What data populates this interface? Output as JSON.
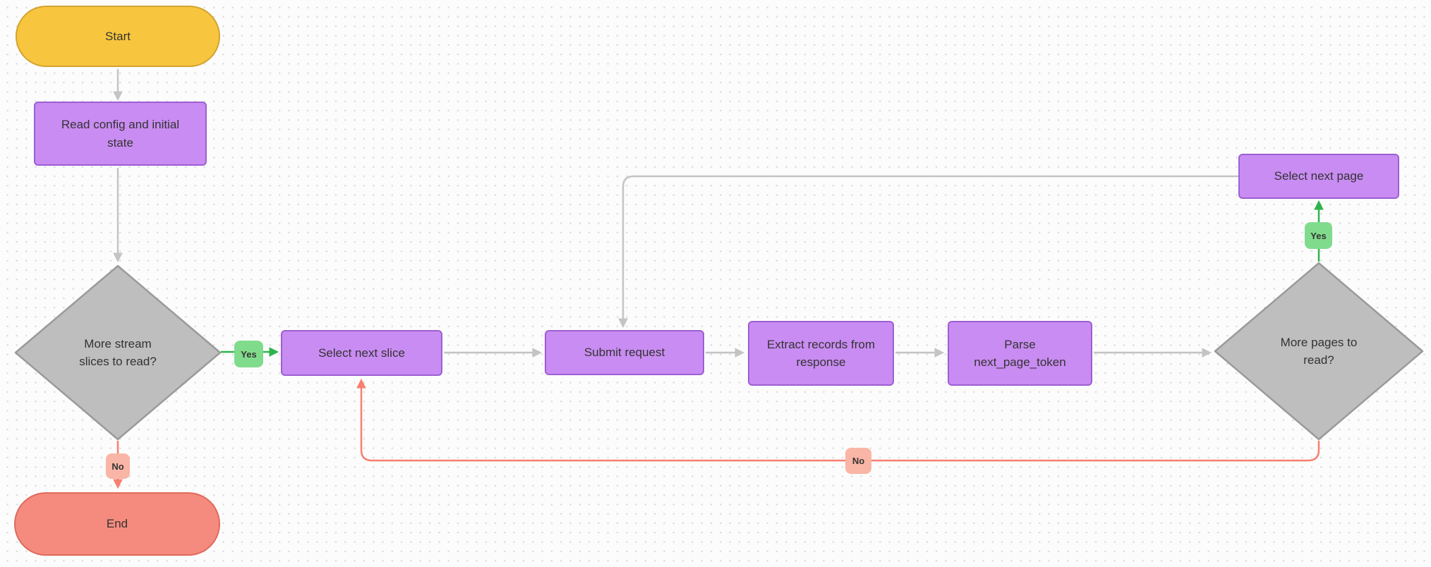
{
  "diagram": {
    "nodes": {
      "start": {
        "label": "Start"
      },
      "read_config": {
        "label": "Read config and initial\nstate"
      },
      "more_slices_decision": {
        "label": "More stream\nslices to read?"
      },
      "select_next_slice": {
        "label": "Select next slice"
      },
      "submit_request": {
        "label": "Submit request"
      },
      "extract_records": {
        "label": "Extract records from\nresponse"
      },
      "parse_next_page_token": {
        "label": "Parse\nnext_page_token"
      },
      "more_pages_decision": {
        "label": "More pages to\nread?"
      },
      "select_next_page": {
        "label": "Select next page"
      },
      "end": {
        "label": "End"
      }
    },
    "edge_labels": {
      "more_slices_yes": "Yes",
      "more_slices_no": "No",
      "more_pages_yes": "Yes",
      "more_pages_no": "No"
    },
    "colors": {
      "start_fill": "#F8C63E",
      "start_border": "#D2A32F",
      "process_fill": "#C98CF2",
      "process_border": "#9D5FD3",
      "decision_fill": "#BEBEBE",
      "decision_border": "#9A9A9A",
      "end_fill": "#F58B7E",
      "end_border": "#E06A5C",
      "yes_badge_fill": "#80DC8C",
      "yes_line": "#2EB34C",
      "no_badge_fill": "#F9B5A5",
      "no_line": "#F87F70",
      "connector_gray": "#C4C4C4",
      "text": "#333333",
      "background": "#FCFCFC"
    }
  }
}
